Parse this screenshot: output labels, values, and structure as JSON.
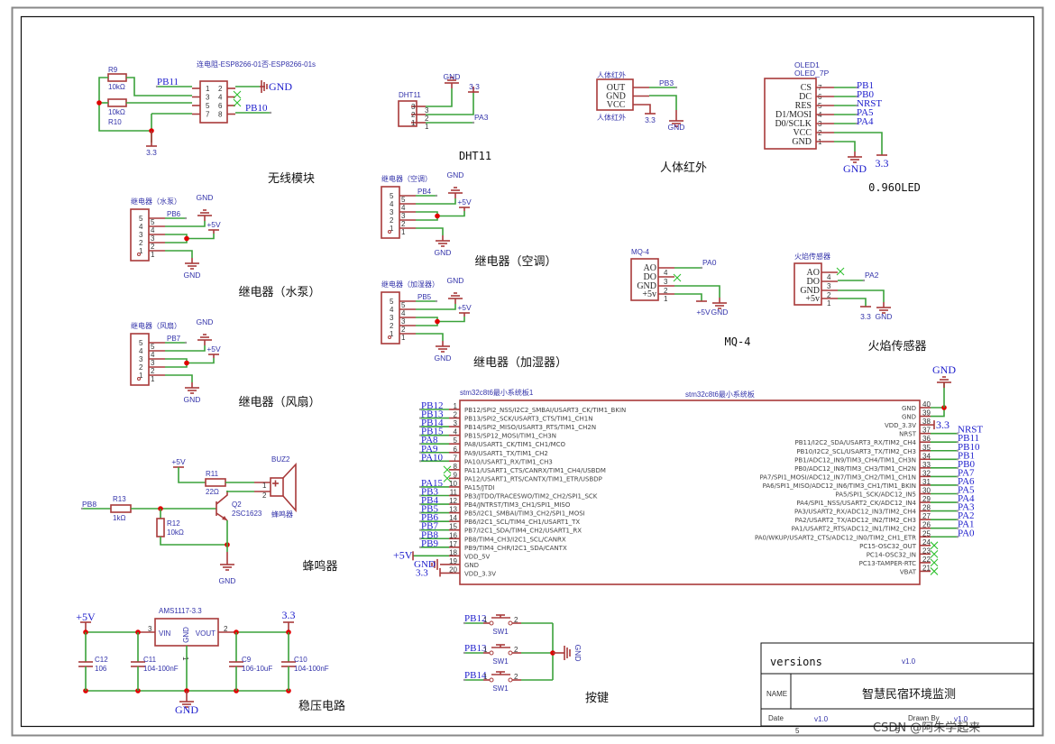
{
  "title_block": {
    "versions_label": "versions",
    "versions_value": "v1.0",
    "name_label": "NAME",
    "name_value": "智慧民宿环境监测",
    "date_label": "Date",
    "date_value": "v1.0",
    "drawn_by_label": "Drawn By",
    "drawn_by_value": "v1.0",
    "sheet_left": "5",
    "sheet_right": "5"
  },
  "watermark": "CSDN @阿朱学起来",
  "nets": {
    "gnd": "GND",
    "v33": "3.3",
    "v5": "+5V"
  },
  "wireless": {
    "caption": "无线模块",
    "part": "连电阻-ESP8266-01否-ESP8266-01s",
    "r9": "R9",
    "r9_value": "10kΩ",
    "r10": "R10",
    "r10_value": "10kΩ",
    "pins": [
      "1",
      "2",
      "3",
      "4",
      "5",
      "6",
      "7",
      "8"
    ],
    "net_left": "PB11",
    "net_right": "PB10"
  },
  "dht11": {
    "caption": "DHT11",
    "part": "DHT11",
    "pins": [
      "3",
      "2",
      "1"
    ],
    "net": "PA3"
  },
  "pir": {
    "caption": "人体红外",
    "part_top": "人体红外",
    "part_bottom": "人体红外",
    "pins": [
      "OUT",
      "GND",
      "VCC"
    ],
    "net": "PB3"
  },
  "oled": {
    "caption": "0.96OLED",
    "ref": "OLED1",
    "part": "OLED_7P",
    "pins": [
      {
        "name": "CS",
        "num": "7",
        "net": "PB1"
      },
      {
        "name": "DC",
        "num": "6",
        "net": "PB0"
      },
      {
        "name": "RES",
        "num": "5",
        "net": "NRST"
      },
      {
        "name": "D1/MOSI",
        "num": "4",
        "net": "PA5"
      },
      {
        "name": "D0/SCLK",
        "num": "3",
        "net": "PA4"
      },
      {
        "name": "VCC",
        "num": "2",
        "net": ""
      },
      {
        "name": "GND",
        "num": "1",
        "net": ""
      }
    ]
  },
  "relays": [
    {
      "caption": "继电器（水泵）",
      "part": "继电器（水泵）",
      "net": "PB6"
    },
    {
      "caption": "继电器（风扇）",
      "part": "继电器（风扇）",
      "net": "PB7"
    },
    {
      "caption": "继电器（空调）",
      "part": "继电器（空调）",
      "net": "PB4"
    },
    {
      "caption": "继电器（加湿器）",
      "part": "继电器（加湿器）",
      "net": "PB5"
    }
  ],
  "relay_pins": [
    "5",
    "4",
    "3",
    "2",
    "1"
  ],
  "mq4": {
    "caption": "MQ-4",
    "part": "MQ-4",
    "pins": [
      "AO",
      "DO",
      "GND",
      "+5v"
    ],
    "nums": [
      "4",
      "3",
      "2",
      "1"
    ],
    "net": "PA0"
  },
  "flame": {
    "caption": "火焰传感器",
    "part": "火焰传感器",
    "pins": [
      "AO",
      "DO",
      "GND",
      "+5v"
    ],
    "nums": [
      "4",
      "3",
      "2",
      "1"
    ],
    "net": "PA2"
  },
  "mcu": {
    "left_title": "stm32c8t6最小系统板1",
    "right_title": "stm32c8t6最小系统板",
    "left_pins": [
      {
        "num": "1",
        "name": "PB12/SPI2_NSS/I2C2_SMBAI/USART3_CK/TIM1_BKIN",
        "net": "PB12"
      },
      {
        "num": "2",
        "name": "PB13/SPI2_SCK/USART3_CTS/TIM1_CH1N",
        "net": "PB13"
      },
      {
        "num": "3",
        "name": "PB14/SPI2_MISO/USART3_RTS/TIM1_CH2N",
        "net": "PB14"
      },
      {
        "num": "4",
        "name": "PB15/SP12_MOSI/TIM1_CH3N",
        "net": "PB15"
      },
      {
        "num": "5",
        "name": "PA8/USART1_CK/TIM1_CH1/MCO",
        "net": "PA8"
      },
      {
        "num": "6",
        "name": "PA9/USART1_TX/TIM1_CH2",
        "net": "PA9"
      },
      {
        "num": "7",
        "name": "PA10/USART1_RX/TIM1_CH3",
        "net": "PA10"
      },
      {
        "num": "8",
        "name": "PA11/USART1_CTS/CANRX/TIM1_CH4/USBDM",
        "net": ""
      },
      {
        "num": "9",
        "name": "PA12/USART1_RTS/CANTX/TIM1_ETR/USBDP",
        "net": ""
      },
      {
        "num": "10",
        "name": "PA15/JTDI",
        "net": "PA15"
      },
      {
        "num": "11",
        "name": "PB3/JTDO/TRACESWO/TIM2_CH2/SPI1_SCK",
        "net": "PB3"
      },
      {
        "num": "12",
        "name": "PB4/JNTRST/TIM3_CH1/SPI1_MISO",
        "net": "PB4"
      },
      {
        "num": "13",
        "name": "PB5/I2C1_SMBAI/TIM3_CH2/SPI1_MOSI",
        "net": "PB5"
      },
      {
        "num": "14",
        "name": "PB6/I2C1_SCL/TIM4_CH1/USART1_TX",
        "net": "PB6"
      },
      {
        "num": "15",
        "name": "PB7/I2C1_SDA/TIM4_CH2/USART1_RX",
        "net": "PB7"
      },
      {
        "num": "16",
        "name": "PB8/TIM4_CH3/I2C1_SCL/CANRX",
        "net": "PB8"
      },
      {
        "num": "17",
        "name": "PB9/TIM4_CHR/I2C1_SDA/CANTX",
        "net": "PB9"
      },
      {
        "num": "18",
        "name": "VDD_5V",
        "net": "+5V"
      },
      {
        "num": "19",
        "name": "GND",
        "net": "GND"
      },
      {
        "num": "20",
        "name": "VDD_3.3V",
        "net": "3.3"
      }
    ],
    "right_pins": [
      {
        "num": "40",
        "name": "GND",
        "net": ""
      },
      {
        "num": "39",
        "name": "GND",
        "net": ""
      },
      {
        "num": "38",
        "name": "VDD_3.3V",
        "net": "3.3"
      },
      {
        "num": "37",
        "name": "NRST",
        "net": "NRST"
      },
      {
        "num": "36",
        "name": "PB11/I2C2_SDA/USART3_RX/TIM2_CH4",
        "net": "PB11"
      },
      {
        "num": "35",
        "name": "PB10/I2C2_SCL/USART3_TX/TIM2_CH3",
        "net": "PB10"
      },
      {
        "num": "34",
        "name": "PB1/ADC12_IN9/TIM3_CH4/TIM1_CH3N",
        "net": "PB1"
      },
      {
        "num": "33",
        "name": "PB0/ADC12_IN8/TIM3_CH3/TIM1_CH2N",
        "net": "PB0"
      },
      {
        "num": "32",
        "name": "PA7/SPI1_MOSI/ADC12_IN7/TIM3_CH2/TIM1_CH1N",
        "net": "PA7"
      },
      {
        "num": "31",
        "name": "PA6/SPI1_MISO/ADC12_IN6/TIM3_CH1/TIM1_BKIN",
        "net": "PA6"
      },
      {
        "num": "30",
        "name": "PA5/SPI1_SCK/ADC12_IN5",
        "net": "PA5"
      },
      {
        "num": "29",
        "name": "PA4/SPI1_NSS/USART2_CK/ADC12_IN4",
        "net": "PA4"
      },
      {
        "num": "28",
        "name": "PA3/USART2_RX/ADC12_IN3/TIM2_CH4",
        "net": "PA3"
      },
      {
        "num": "27",
        "name": "PA2/USART2_TX/ADC12_IN2/TIM2_CH3",
        "net": "PA2"
      },
      {
        "num": "26",
        "name": "PA1/USART2_RTS/ADC12_IN1/TIM2_CH2",
        "net": "PA1"
      },
      {
        "num": "25",
        "name": "PA0/WKUP/USART2_CTS/ADC12_IN0/TIM2_CH1_ETR",
        "net": "PA0"
      },
      {
        "num": "24",
        "name": "PC15-OSC32_OUT",
        "net": ""
      },
      {
        "num": "23",
        "name": "PC14-OSC32_IN",
        "net": ""
      },
      {
        "num": "22",
        "name": "PC13-TAMPER-RTC",
        "net": ""
      },
      {
        "num": "21",
        "name": "VBAT",
        "net": ""
      }
    ]
  },
  "buzzer": {
    "caption": "蜂鸣器",
    "net_in": "PB8",
    "r13": "R13",
    "r13_value": "1kΩ",
    "r12": "R12",
    "r12_value": "10kΩ",
    "r11": "R11",
    "r11_value": "22Ω",
    "q2": "Q2",
    "q2_value": "2SC1623",
    "buz": "BUZ2",
    "buz_part": "蜂鸣器",
    "pins": [
      "1",
      "2"
    ]
  },
  "regulator": {
    "caption": "稳压电路",
    "part": "AMS1117-3.3",
    "vin": "VIN",
    "vout": "VOUT",
    "gnd": "GND",
    "pin_vin": "3",
    "pin_vout": "2",
    "pin_gnd": "1",
    "caps": [
      {
        "ref": "C12",
        "value": "106"
      },
      {
        "ref": "C11",
        "value": "104-100nF"
      },
      {
        "ref": "C9",
        "value": "106-10uF"
      },
      {
        "ref": "C10",
        "value": "104-100nF"
      }
    ]
  },
  "buttons": {
    "caption": "按键",
    "items": [
      {
        "net": "PB12",
        "ref": "SW1"
      },
      {
        "net": "PB13",
        "ref": "SW1"
      },
      {
        "net": "PB14",
        "ref": "SW1"
      }
    ],
    "pin1": "1",
    "pin2": "2"
  }
}
